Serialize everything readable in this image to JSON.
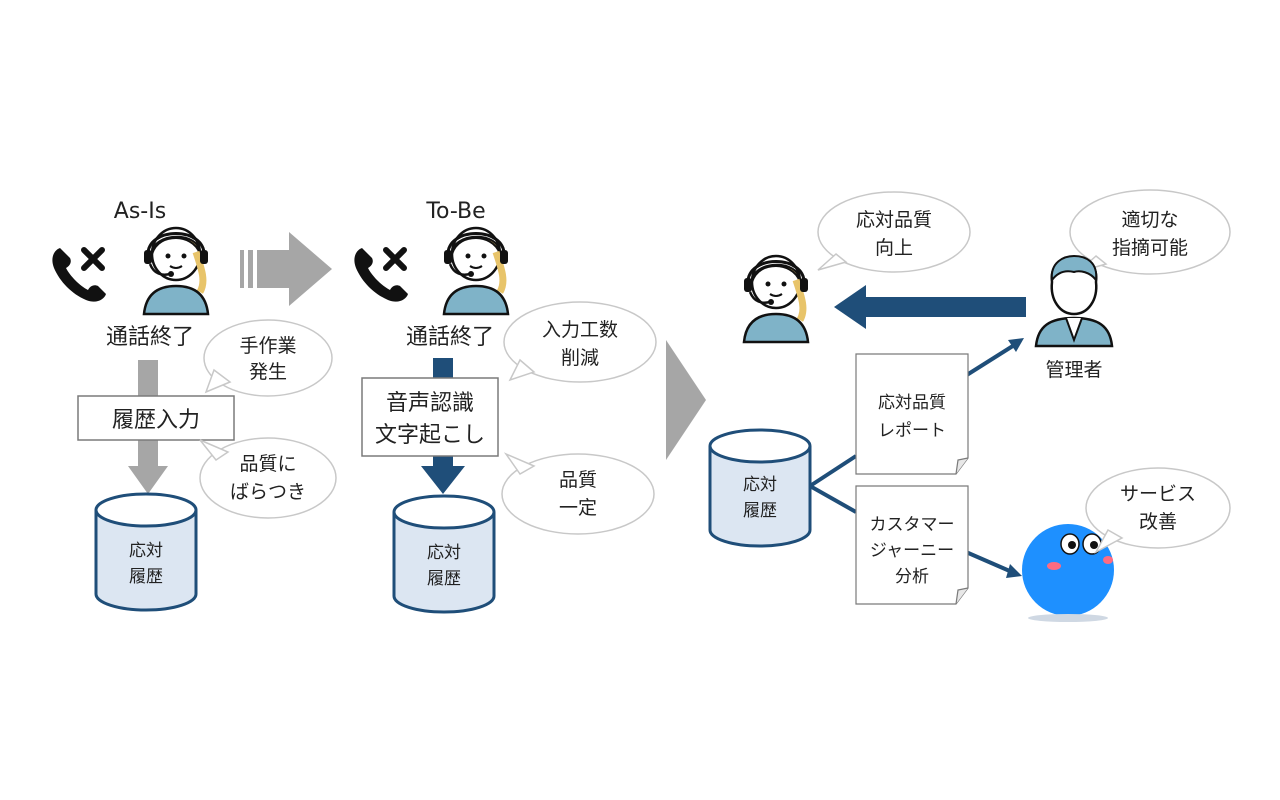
{
  "as_is": {
    "title": "As-Is",
    "call_end": "通話終了",
    "history_input": "履歴入力",
    "bubble_manual_1": "手作業",
    "bubble_manual_2": "発生",
    "bubble_quality_1": "品質に",
    "bubble_quality_2": "ばらつき",
    "db_1": "応対",
    "db_2": "履歴"
  },
  "to_be": {
    "title": "To-Be",
    "call_end": "通話終了",
    "speech_1": "音声認識",
    "speech_2": "文字起こし",
    "bubble_reduce_1": "入力工数",
    "bubble_reduce_2": "削減",
    "bubble_const_1": "品質",
    "bubble_const_2": "一定",
    "db_1": "応対",
    "db_2": "履歴"
  },
  "result": {
    "bubble_quality_1": "応対品質",
    "bubble_quality_2": "向上",
    "bubble_point_1": "適切な",
    "bubble_point_2": "指摘可能",
    "manager_label": "管理者",
    "db_1": "応対",
    "db_2": "履歴",
    "report_1": "応対品質",
    "report_2": "レポート",
    "journey_1": "カスタマー",
    "journey_2": "ジャーニー",
    "journey_3": "分析",
    "bubble_service_1": "サービス",
    "bubble_service_2": "改善"
  },
  "colors": {
    "navy": "#1f4e79",
    "gray_arrow": "#a6a6a6",
    "db_fill": "#dce6f2",
    "operator_shirt": "#7fb3c8",
    "hair": "#e8c46a",
    "mascot": "#1e90ff"
  },
  "icons": [
    "phone-hangup-icon",
    "operator-icon",
    "manager-icon",
    "mascot-icon"
  ]
}
